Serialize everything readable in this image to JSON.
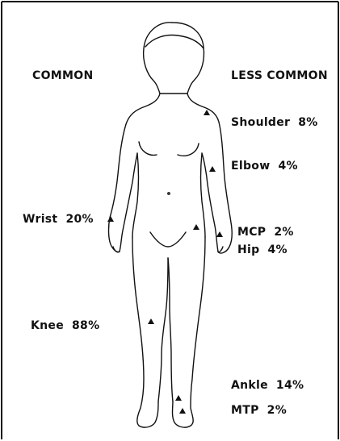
{
  "headings": {
    "common": "COMMON",
    "less_common": "LESS COMMON"
  },
  "sites": {
    "shoulder": {
      "name": "Shoulder",
      "pct": "8%"
    },
    "elbow": {
      "name": "Elbow",
      "pct": "4%"
    },
    "wrist": {
      "name": "Wrist",
      "pct": "20%"
    },
    "mcp": {
      "name": "MCP",
      "pct": "2%"
    },
    "hip": {
      "name": "Hip",
      "pct": "4%"
    },
    "knee": {
      "name": "Knee",
      "pct": "88%"
    },
    "ankle": {
      "name": "Ankle",
      "pct": "14%"
    },
    "mtp": {
      "name": "MTP",
      "pct": "2%"
    }
  },
  "colors": {
    "ink": "#111111",
    "paper": "#ffffff"
  }
}
